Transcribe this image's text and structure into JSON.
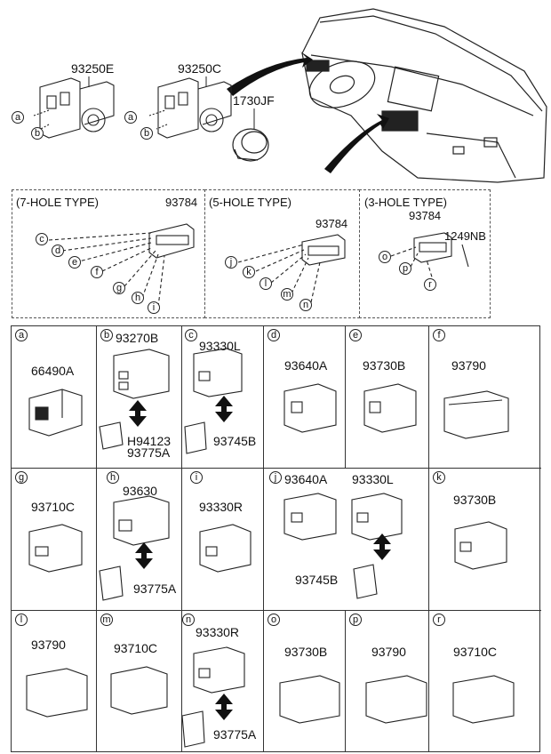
{
  "top": {
    "part_93250E": "93250E",
    "part_93250C": "93250C",
    "part_1730JF": "1730JF",
    "letter_a": "a",
    "letter_b": "b"
  },
  "panels": [
    {
      "title": "(7-HOLE TYPE)",
      "part": "93784",
      "letters": [
        "c",
        "d",
        "e",
        "f",
        "g",
        "h",
        "i"
      ]
    },
    {
      "title": "(5-HOLE TYPE)",
      "part": "93784",
      "letters": [
        "j",
        "k",
        "l",
        "m",
        "n"
      ]
    },
    {
      "title": "(3-HOLE TYPE)",
      "part": "93784",
      "extra_part": "1249NB",
      "letters": [
        "o",
        "p",
        "r"
      ]
    }
  ],
  "cells": [
    {
      "letter": "a",
      "parts": [
        "66490A"
      ]
    },
    {
      "letter": "b",
      "parts": [
        "93270B",
        "H94123",
        "93775A"
      ]
    },
    {
      "letter": "c",
      "parts": [
        "93330L",
        "93745B"
      ]
    },
    {
      "letter": "d",
      "parts": [
        "93640A"
      ]
    },
    {
      "letter": "e",
      "parts": [
        "93730B"
      ]
    },
    {
      "letter": "f",
      "parts": [
        "93790"
      ]
    },
    {
      "letter": "g",
      "parts": [
        "93710C"
      ]
    },
    {
      "letter": "h",
      "parts": [
        "93630",
        "93775A"
      ]
    },
    {
      "letter": "i",
      "parts": [
        "93330R"
      ]
    },
    {
      "letter": "j",
      "parts": [
        "93640A",
        "93330L",
        "93745B"
      ]
    },
    {
      "letter": "k",
      "parts": [
        "93730B"
      ]
    },
    {
      "letter": "l",
      "parts": [
        "93790"
      ]
    },
    {
      "letter": "m",
      "parts": [
        "93710C"
      ]
    },
    {
      "letter": "n",
      "parts": [
        "93330R",
        "93775A"
      ]
    },
    {
      "letter": "o",
      "parts": [
        "93730B"
      ]
    },
    {
      "letter": "p",
      "parts": [
        "93790"
      ]
    },
    {
      "letter": "r",
      "parts": [
        "93710C"
      ]
    }
  ]
}
